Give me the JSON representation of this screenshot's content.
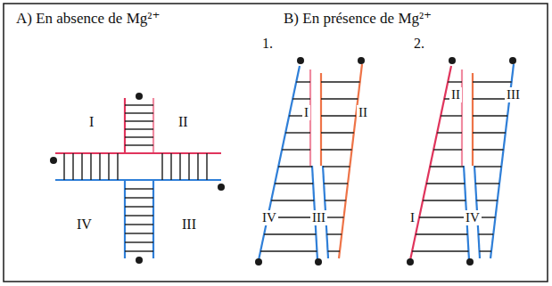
{
  "diagram": {
    "labels": [
      "A) En absence de Mg²⁺",
      "I",
      "II",
      "IV",
      "III",
      "B) En présence de Mg²⁺",
      "1.",
      "I",
      "II",
      "IV",
      "III",
      "2.",
      "II",
      "III",
      "I",
      "IV"
    ]
  }
}
